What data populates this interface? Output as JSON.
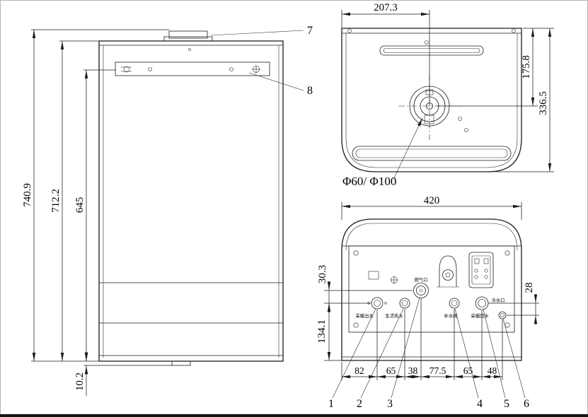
{
  "left_view": {
    "dims": {
      "overall": "740.9",
      "body": "712.2",
      "bracket": "645",
      "foot": "10.2"
    },
    "callouts": {
      "flue": "7",
      "bracket": "8"
    }
  },
  "top_view": {
    "dims": {
      "width_to_flue": "207.3",
      "flue_from_back": "175.8",
      "depth": "336.5"
    },
    "flue_label": "Φ60/ Φ100"
  },
  "bottom_view": {
    "dims": {
      "width": "420",
      "gas_offset": "30.3",
      "ports_depth": "134.1",
      "cold_offset": "28"
    },
    "spacing": [
      "82",
      "65",
      "38",
      "77.5",
      "65",
      "48"
    ],
    "callouts": [
      "1",
      "2",
      "3",
      "4",
      "5",
      "6"
    ],
    "port_labels": {
      "heating_out": "采暖出水",
      "dhw": "生活热水",
      "gas": "燃气口",
      "fill_valve": "补水阀",
      "heating_return": "采暖回水",
      "cold_in": "冷水口"
    }
  }
}
